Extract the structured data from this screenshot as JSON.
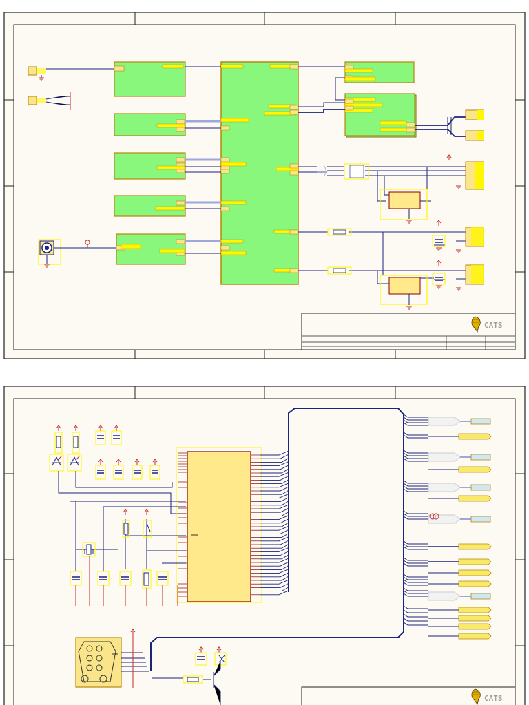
{
  "app": {
    "brand": "CATS"
  },
  "sheets": [
    {
      "brand": "CATS"
    },
    {
      "brand": "CATS"
    }
  ],
  "colors": {
    "paper": "#fdfaf3",
    "frame": "#222222",
    "wire": "#1a237e",
    "block_fill": "#88f77c",
    "block_border": "#b8860b",
    "highlight_box": "#fff700",
    "pin_fill": "#fbe58a",
    "power_symbol": "#c62828",
    "ic_fill": "#ffe98a",
    "net_label_fill": "#f8e96a",
    "bus_entry": "#9fa8da"
  }
}
